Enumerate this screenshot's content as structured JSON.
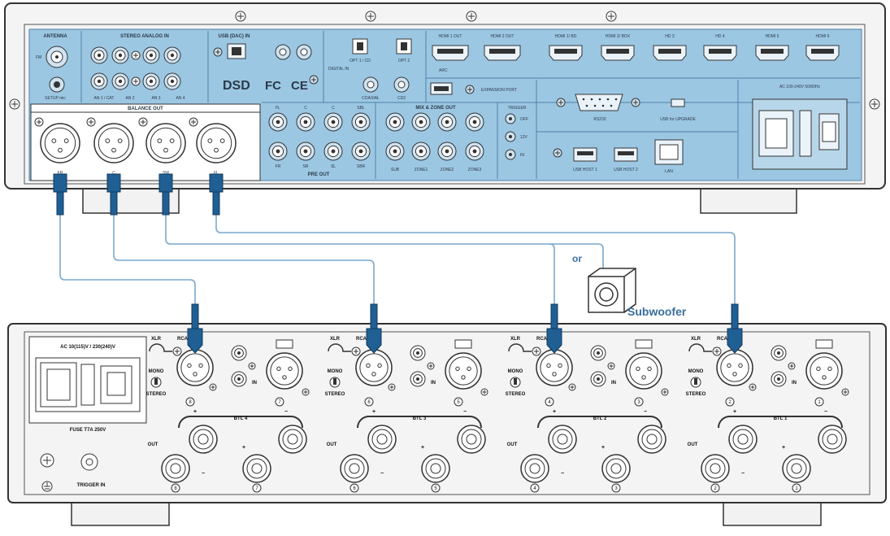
{
  "colors": {
    "panel_blue": "#9cc7e3",
    "cable_blue": "#1f5f94",
    "line_blue": "#79a9cf",
    "chassis": "#f4f4f4",
    "stroke": "#333333"
  },
  "receiver": {
    "antenna_label": "ANTENNA",
    "fm_label": "FM",
    "setup_mic_label": "SETUP mic",
    "stereo_analog_in_label": "STEREO ANALOG IN",
    "analog_in_labels": [
      "AN 1 / CAT",
      "AN 2",
      "AN 3",
      "AN 4"
    ],
    "usb_dac_label": "USB (DAC) IN",
    "dsd_logo": "DSD",
    "fc_logo": "FC",
    "ce_logo": "CE",
    "digital_in_label": "DIGITAL IN",
    "opt_labels": [
      "OPT 1 / CD",
      "OPT 2"
    ],
    "coax_labels": [
      "COAXIAL",
      "CD2"
    ],
    "hdmi_out_labels": [
      "HDMI 1 OUT",
      "HDMI 2 OUT"
    ],
    "arc_label": "ARC",
    "hdmi_in_labels": [
      "HDMI 1/ BD",
      "HDMI 2/ BOX",
      "HD 3",
      "HD 4",
      "HDMI 5",
      "HDMI 6"
    ],
    "expansion_port_label": "EXPANSION PORT",
    "rs232_label": "RS232",
    "usb_upgrade_label": "USB for UPGRADE",
    "usb_host_labels": [
      "USB HOST 1",
      "USB HOST 2"
    ],
    "lan_label": "LAN",
    "trigger_label": "TRIGGER",
    "trigger_labels": [
      "OFF",
      "12V",
      "IN"
    ],
    "pre_out_label": "PRE OUT",
    "pre_out_top": [
      "FL",
      "C",
      "C",
      "SBL"
    ],
    "pre_out_bottom": [
      "FR",
      "SR",
      "SL",
      "SBR"
    ],
    "mix_zone_label": "MIX & ZONE OUT",
    "zone_labels": [
      "SUB",
      "ZONE1",
      "ZONE2",
      "ZONE3"
    ],
    "balance_out_label": "BALANCE OUT",
    "balance_labels": [
      "FR",
      "C",
      "SW",
      "FL"
    ],
    "ac_label": "AC 100-240V 50/60Hz",
    "or_label": "or",
    "subwoofer_label": "Subwoofer"
  },
  "amplifier": {
    "ac_label": "AC 10(115)V / 230(240)V",
    "fuse_label": "FUSE T7A 250V",
    "trigger_in_label": "TRIGGER IN",
    "xlr_label": "XLR",
    "rca_label": "RCA",
    "mono_label": "MONO",
    "stereo_label": "STEREO",
    "in_label": "IN",
    "out_label": "OUT",
    "plus": "+",
    "minus": "−",
    "btl_labels": [
      "BTL 4",
      "BTL 3",
      "BTL 2",
      "BTL 1"
    ],
    "channel_nums": [
      "8",
      "7",
      "6",
      "5",
      "4",
      "3",
      "2",
      "1"
    ]
  }
}
